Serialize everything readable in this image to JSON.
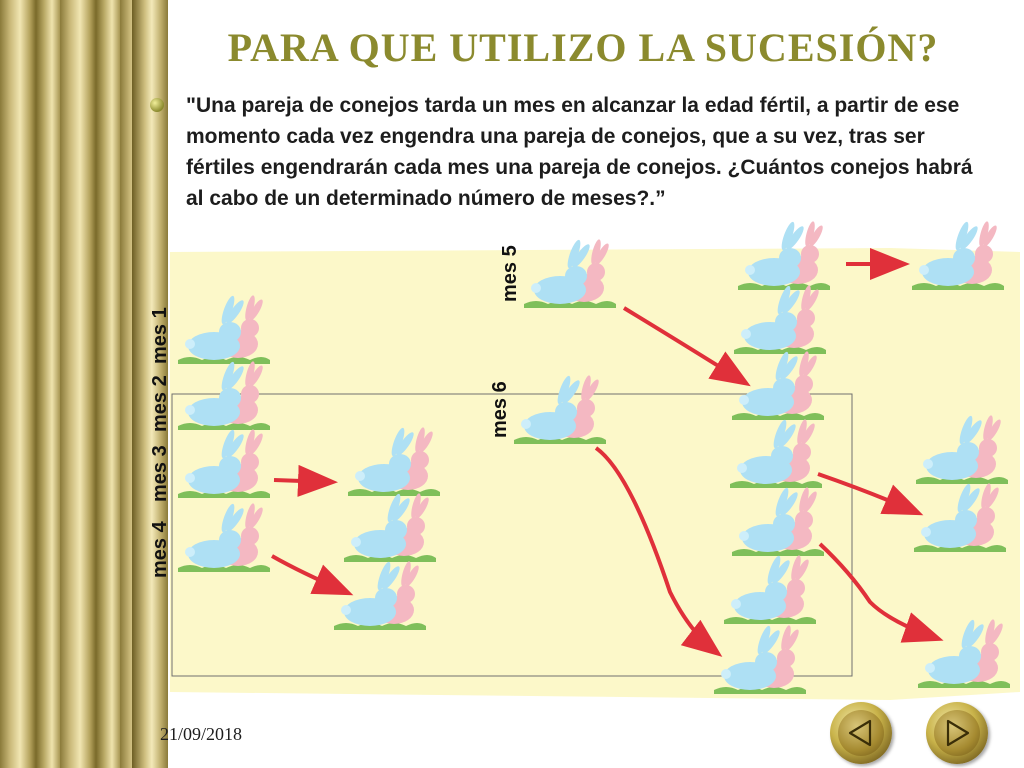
{
  "slide": {
    "title": "PARA QUE UTILIZO LA SUCESIÓN?",
    "quote": "\"Una pareja de conejos tarda un mes en alcanzar la edad fértil, a partir de ese momento cada vez engendra una pareja de conejos, que a su vez, tras ser fértiles engendrarán cada mes una pareja de conejos. ¿Cuántos conejos habrá al cabo de un determinado número de meses?.”",
    "date": "21/09/2018"
  },
  "illustration": {
    "month_labels": [
      "mes 1",
      "mes 2",
      "mes 3",
      "mes 4",
      "mes 5",
      "mes 6"
    ],
    "colors": {
      "background": "#fbf7c0",
      "rabbit_blue": "#aee0f4",
      "rabbit_pink": "#f4b8c2",
      "arrow": "#e0303a",
      "grass": "#7fbf5a"
    }
  },
  "navigation": {
    "prev_icon": "triangle-left-icon",
    "next_icon": "triangle-right-icon"
  }
}
